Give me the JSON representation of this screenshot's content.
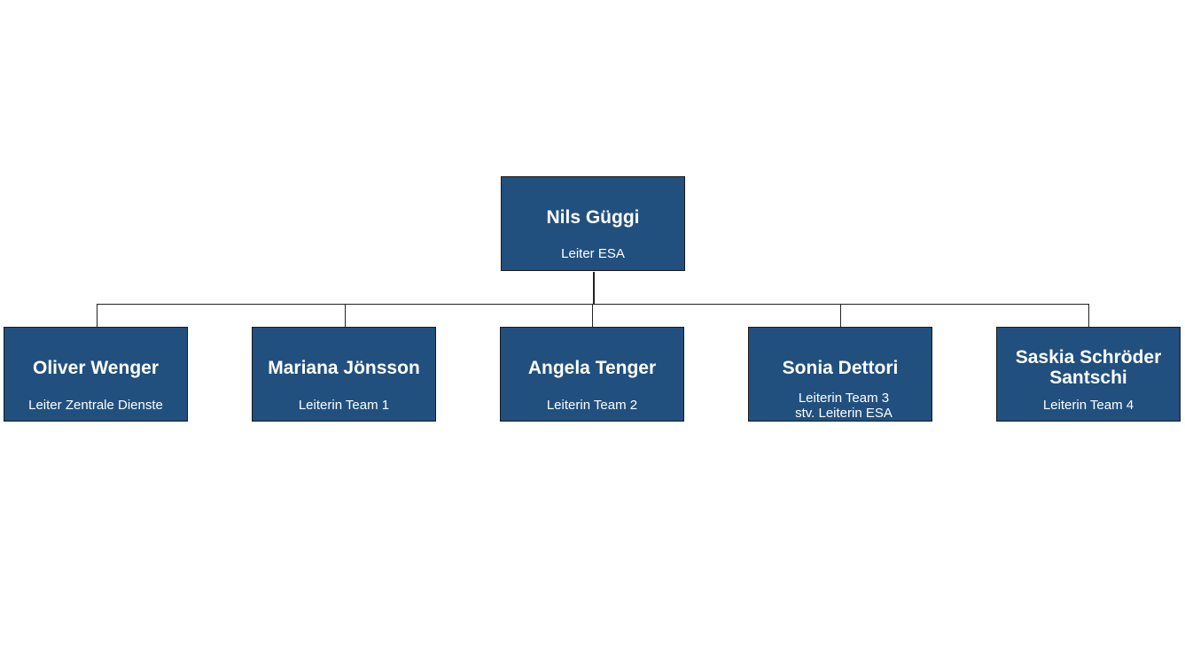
{
  "root": {
    "name": "Nils Güggi",
    "role": "Leiter ESA"
  },
  "children": [
    {
      "name": "Oliver Wenger",
      "role": "Leiter Zentrale Dienste"
    },
    {
      "name": "Mariana Jönsson",
      "role": "Leiterin Team 1"
    },
    {
      "name": "Angela Tenger",
      "role": "Leiterin Team 2"
    },
    {
      "name": "Sonia Dettori",
      "role": "Leiterin Team 3",
      "role2": "stv. Leiterin ESA"
    },
    {
      "name": "Saskia Schröder",
      "name2": "Santschi",
      "role": "Leiterin Team 4"
    }
  ],
  "colors": {
    "box": "#21507f",
    "text": "#ffffff",
    "line": "#222222"
  }
}
